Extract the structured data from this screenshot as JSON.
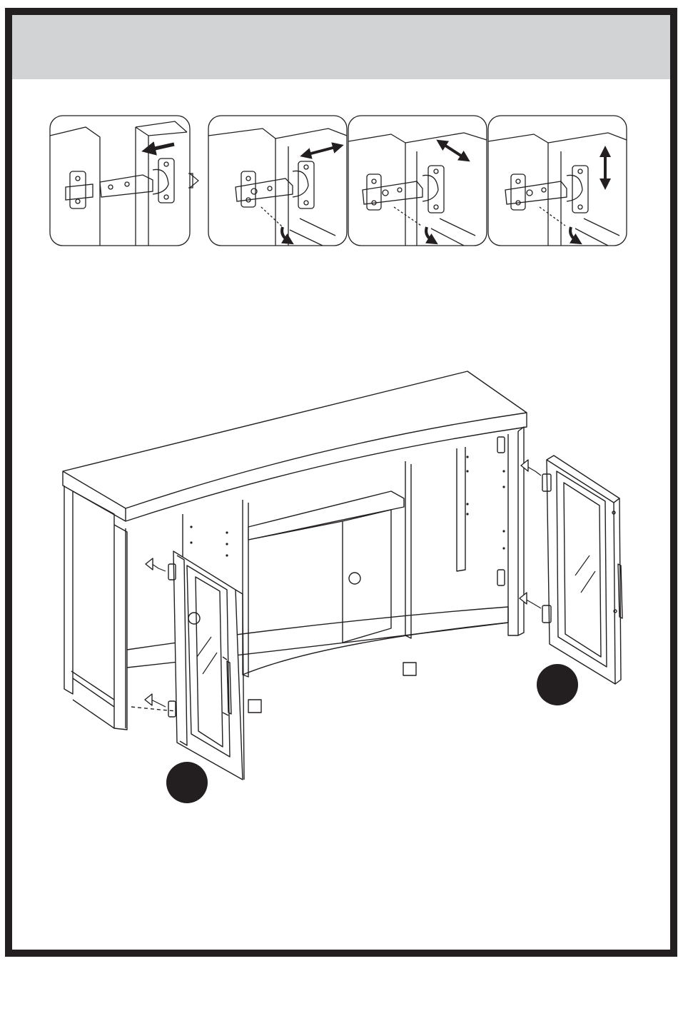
{
  "page": {
    "header_band_color": "#d1d3d4",
    "frame_color": "#231f20"
  },
  "hinge_steps": [
    {
      "panel": 1,
      "icon": "hinge-attach-icon",
      "arrow": "arrow-left-icon"
    },
    {
      "panel": 2,
      "icon": "hinge-depth-adjust-icon",
      "arrow": "arrow-left-right-icon"
    },
    {
      "panel": 3,
      "icon": "hinge-side-adjust-icon",
      "arrow": "arrow-diagonal-icon"
    },
    {
      "panel": 4,
      "icon": "hinge-height-adjust-icon",
      "arrow": "arrow-up-down-icon"
    }
  ],
  "assembly": {
    "illustration": "tv-stand-door-installation-icon",
    "markers": [
      "part-marker-left",
      "part-marker-right"
    ]
  }
}
